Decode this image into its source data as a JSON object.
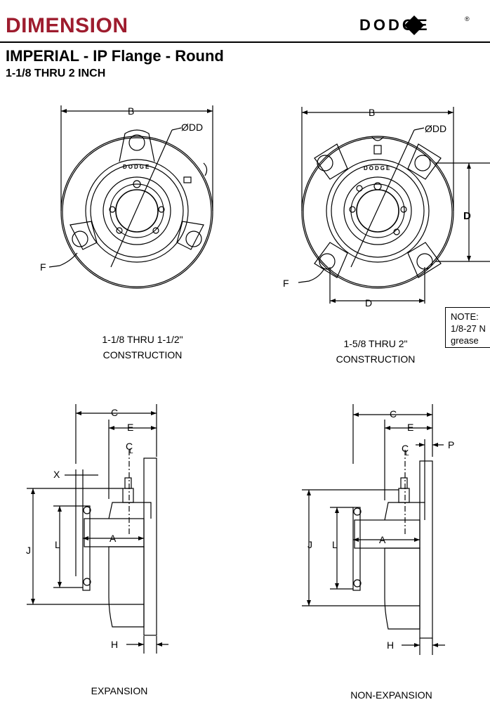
{
  "header": {
    "title": "DIMENSION",
    "brand": "DODGE",
    "brand_mark": "®",
    "subtitle": "IMPERIAL - IP Flange - Round",
    "size_range": "1-1/8 THRU 2 INCH"
  },
  "views": {
    "left_front": {
      "caption_line1": "1-1/8 THRU 1-1/2\"",
      "caption_line2": "CONSTRUCTION",
      "dim_b": "B",
      "dim_dd": "ØDD",
      "dim_f": "F",
      "housing_text": "DODGE"
    },
    "right_front": {
      "caption_line1": "1-5/8 THRU 2\"",
      "caption_line2": "CONSTRUCTION",
      "dim_b": "B",
      "dim_dd": "ØDD",
      "dim_d_side": "D",
      "dim_d_bottom": "D",
      "dim_f": "F",
      "housing_text": "DODGE"
    },
    "left_side": {
      "caption": "EXPANSION",
      "dim_c": "C",
      "dim_e": "E",
      "dim_cl": "C",
      "dim_cl_sub": "L",
      "dim_x": "X",
      "dim_a": "A",
      "dim_j": "J",
      "dim_l": "L",
      "dim_h": "H"
    },
    "right_side": {
      "caption": "NON-EXPANSION",
      "dim_c": "C",
      "dim_e": "E",
      "dim_cl": "C",
      "dim_cl_sub": "L",
      "dim_p": "P",
      "dim_a": "A",
      "dim_j": "J",
      "dim_l": "L",
      "dim_h": "H"
    }
  },
  "note": {
    "label": "NOTE:",
    "line1": "1/8-27 N",
    "line2": "grease"
  }
}
